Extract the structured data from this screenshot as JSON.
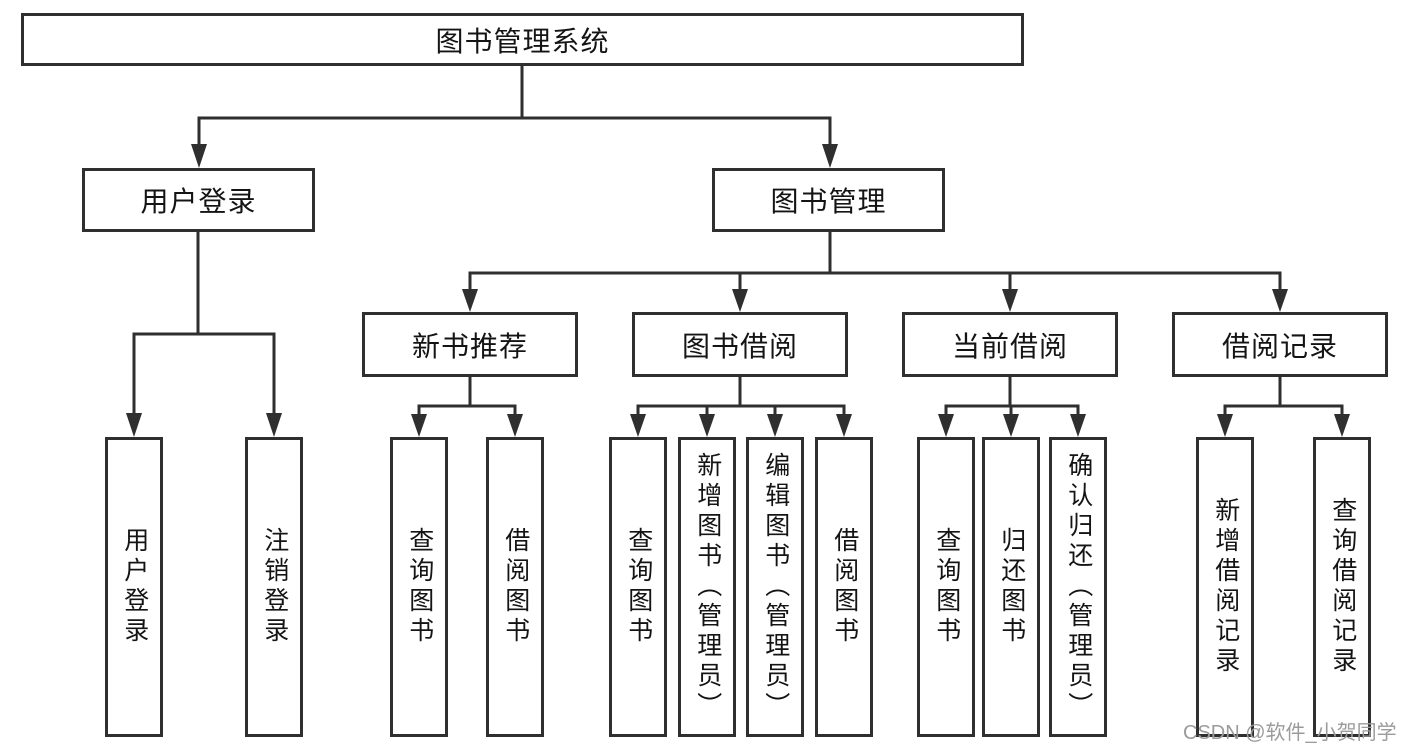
{
  "root": {
    "label": "图书管理系统"
  },
  "level2": [
    {
      "label": "用户登录"
    },
    {
      "label": "图书管理"
    }
  ],
  "level3": [
    {
      "label": "新书推荐"
    },
    {
      "label": "图书借阅"
    },
    {
      "label": "当前借阅"
    },
    {
      "label": "借阅记录"
    }
  ],
  "leaves": {
    "user_login": [
      "用户登录",
      "注销登录"
    ],
    "new_books": [
      "查询图书",
      "借阅图书"
    ],
    "book_borrow": [
      "查询图书",
      "新增图书（管理员）",
      "编辑图书（管理员）",
      "借阅图书"
    ],
    "current_borrow": [
      "查询图书",
      "归还图书",
      "确认归还（管理员）"
    ],
    "borrow_records": [
      "新增借阅记录",
      "查询借阅记录"
    ]
  },
  "watermark": "CSDN @软件_小贺同学",
  "colors": {
    "line": "#2f2f2f",
    "text": "#141414",
    "watermark": "#9b9b9b",
    "background": "#ffffff"
  }
}
